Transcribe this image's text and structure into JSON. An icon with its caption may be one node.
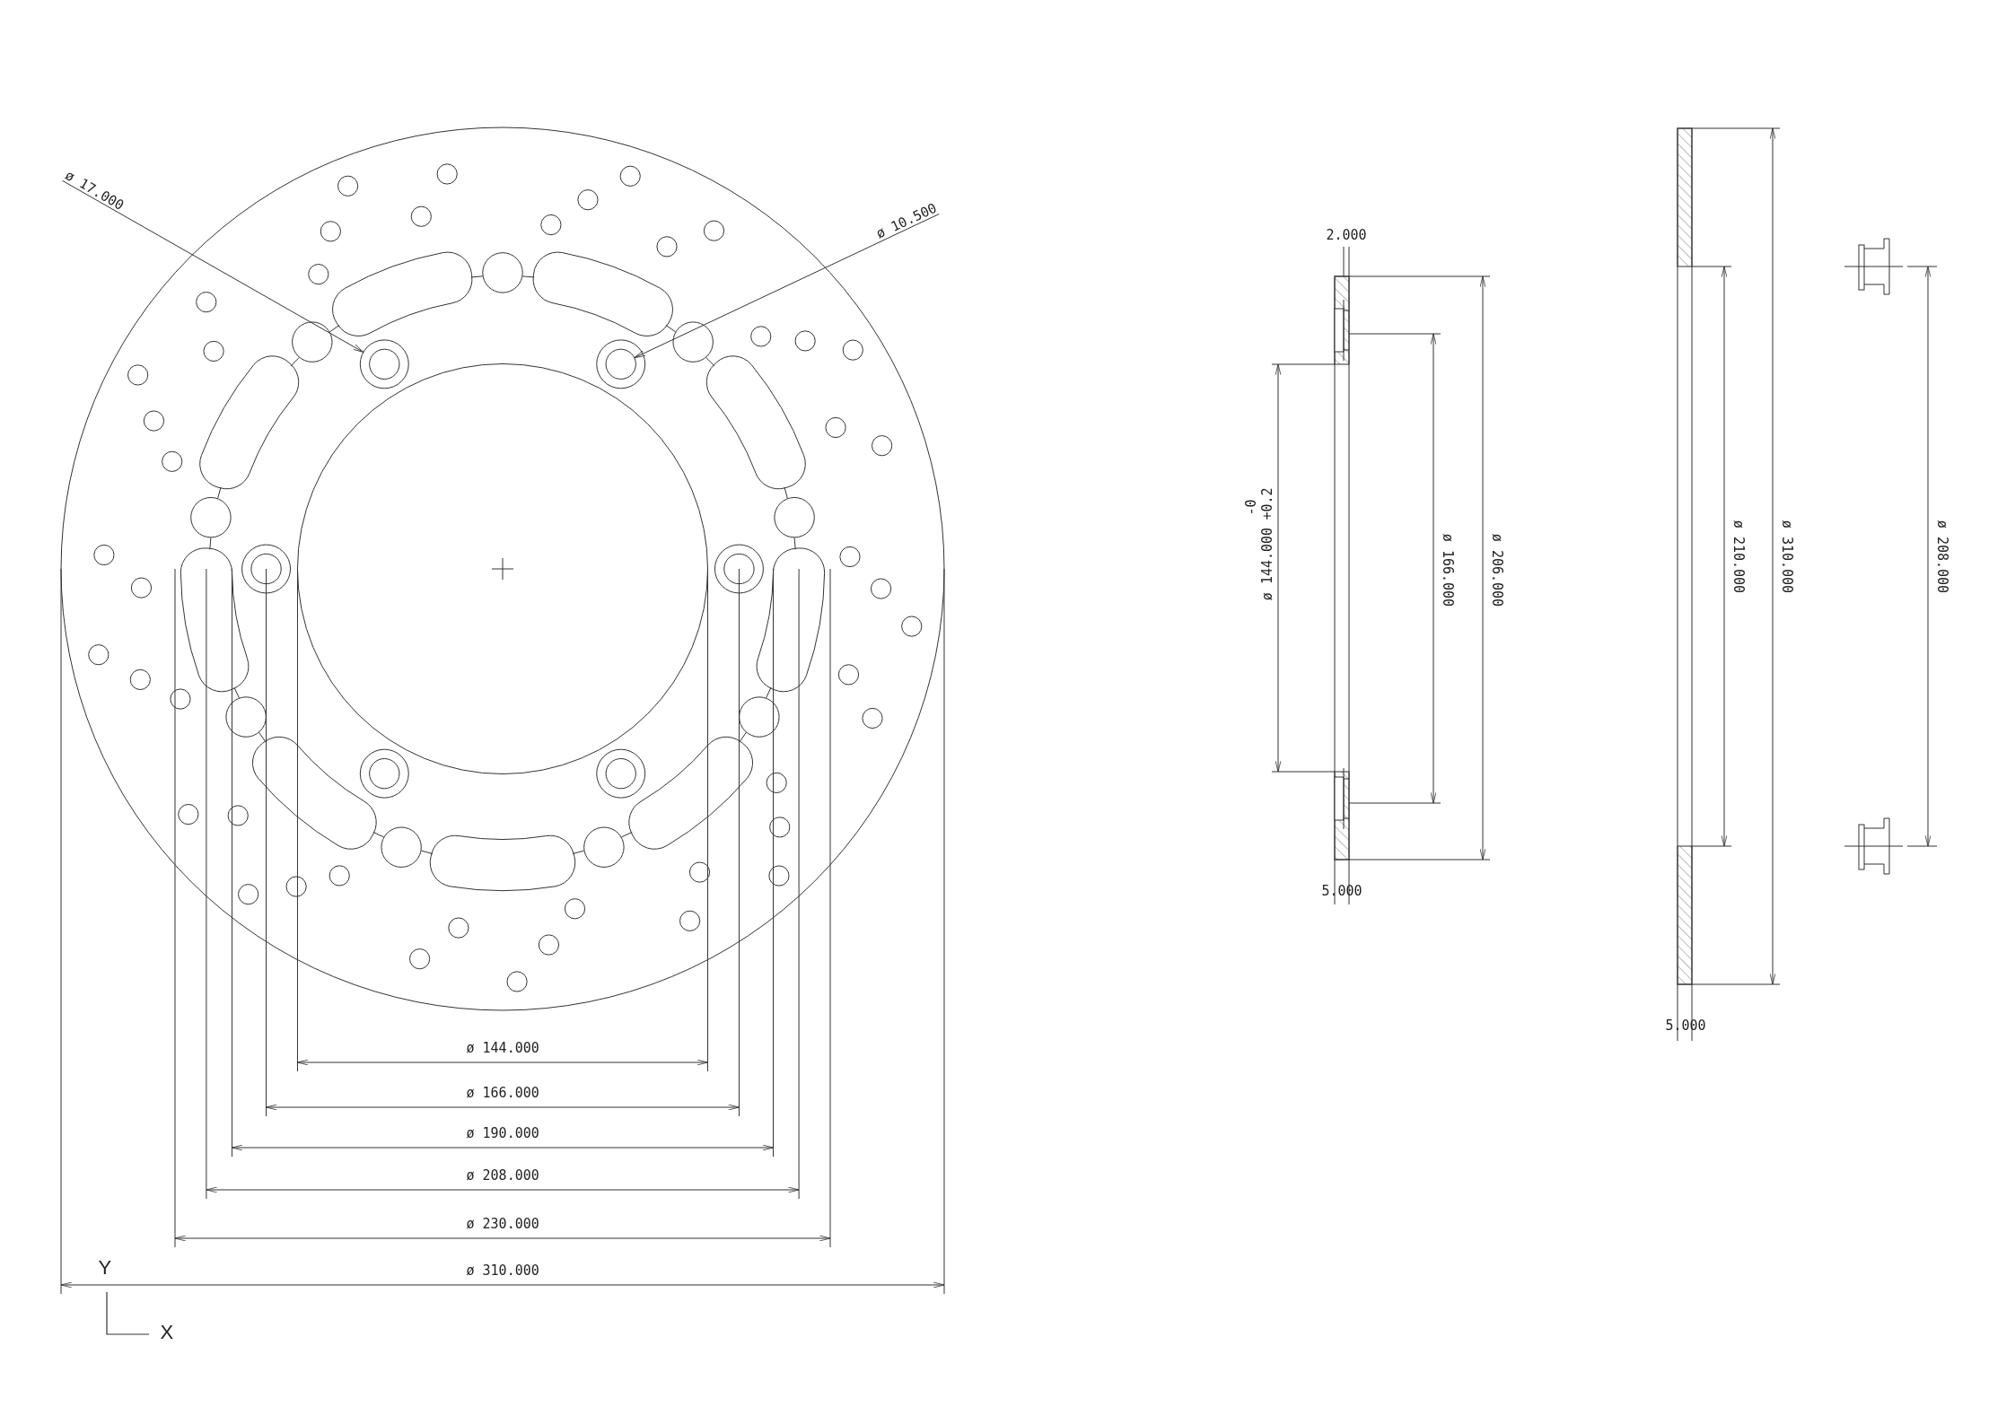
{
  "diagram": {
    "nodes": [
      {
        "text": [
          "ø 17.000"
        ]
      },
      {
        "text": [],
        "shape": "circle"
      },
      {
        "text": [
          "ø 10.500"
        ]
      },
      {
        "text": [],
        "shape": "circle"
      }
    ],
    "edges": [
      {
        "from": 0,
        "to": 1,
        "arrow": "to"
      },
      {
        "from": 2,
        "to": 3,
        "arrow": "to"
      }
    ],
    "labels": [
      "2.000",
      "ø 144.000",
      "+0.2",
      "-0",
      "ø 166.000",
      "ø 206.000",
      "5.000",
      "ø 210.000",
      "ø 310.000",
      "5.000",
      "ø 208.000",
      "ø 144.000",
      "ø 166.000",
      "ø 190.000",
      "ø 208.000",
      "ø 230.000",
      "ø 310.000",
      "Y",
      "X"
    ]
  }
}
